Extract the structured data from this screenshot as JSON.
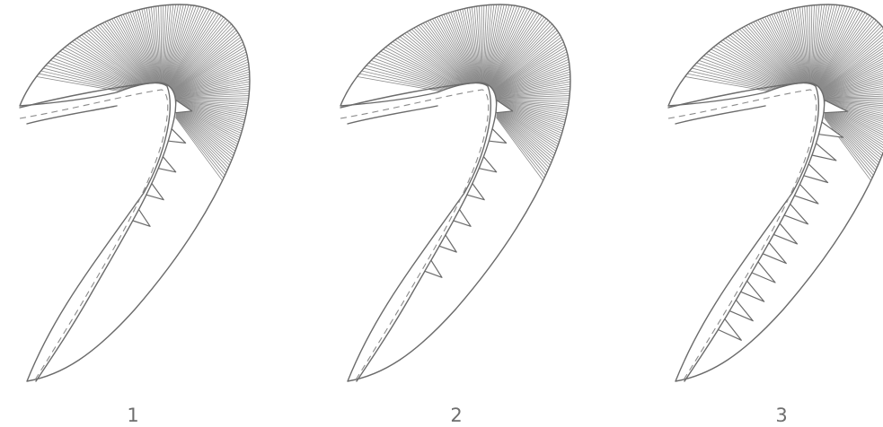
{
  "figures": [
    {
      "label": "1",
      "teeth": 5
    },
    {
      "label": "2",
      "teeth": 7
    },
    {
      "label": "3",
      "teeth": 12
    }
  ],
  "colors": {
    "ink": "#6b6b6b",
    "background": "#ffffff"
  }
}
